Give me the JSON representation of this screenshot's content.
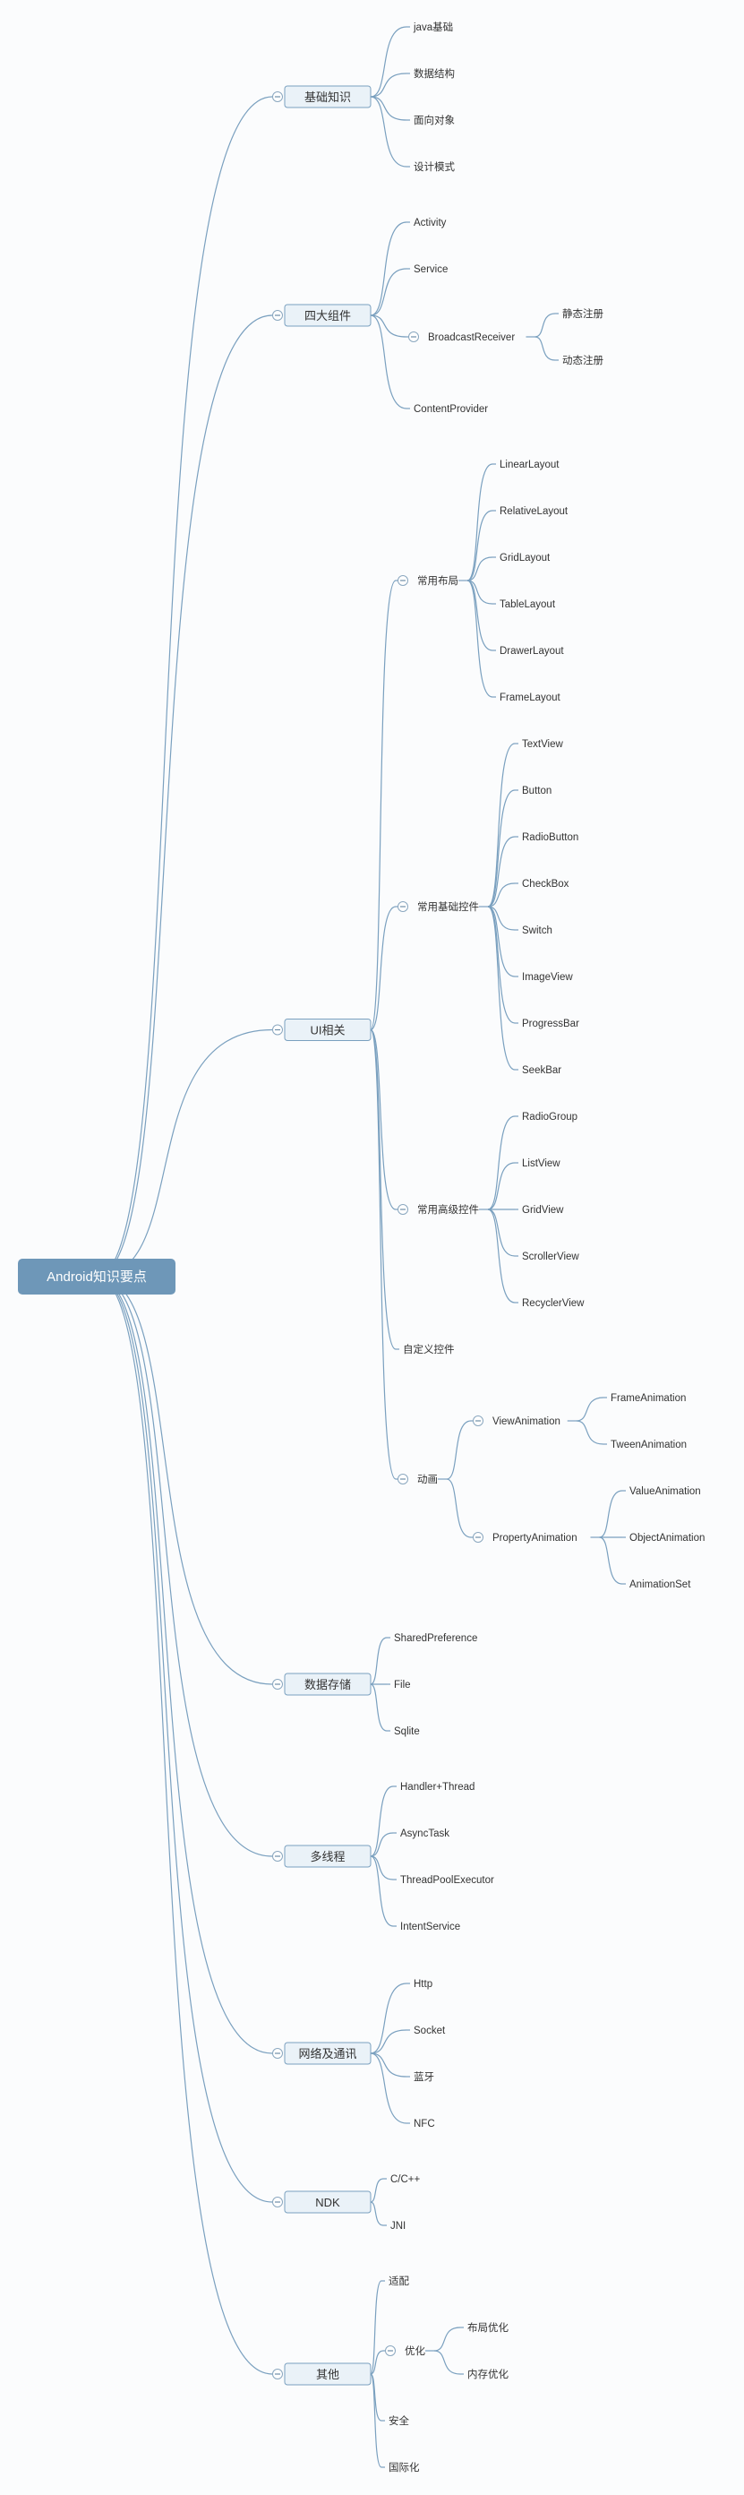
{
  "mindmap": {
    "label": "Android知识要点",
    "children": [
      {
        "label": "基础知识",
        "children": [
          {
            "label": "java基础"
          },
          {
            "label": "数据结构"
          },
          {
            "label": "面向对象"
          },
          {
            "label": "设计模式"
          }
        ]
      },
      {
        "label": "四大组件",
        "children": [
          {
            "label": "Activity"
          },
          {
            "label": "Service"
          },
          {
            "label": "BroadcastReceiver",
            "children": [
              {
                "label": "静态注册"
              },
              {
                "label": "动态注册"
              }
            ]
          },
          {
            "label": "ContentProvider"
          }
        ]
      },
      {
        "label": "UI相关",
        "children": [
          {
            "label": "常用布局",
            "children": [
              {
                "label": "LinearLayout"
              },
              {
                "label": "RelativeLayout"
              },
              {
                "label": "GridLayout"
              },
              {
                "label": "TableLayout"
              },
              {
                "label": "DrawerLayout"
              },
              {
                "label": "FrameLayout"
              }
            ]
          },
          {
            "label": "常用基础控件",
            "children": [
              {
                "label": "TextView"
              },
              {
                "label": "Button"
              },
              {
                "label": "RadioButton"
              },
              {
                "label": "CheckBox"
              },
              {
                "label": "Switch"
              },
              {
                "label": "ImageView"
              },
              {
                "label": "ProgressBar"
              },
              {
                "label": "SeekBar"
              }
            ]
          },
          {
            "label": "常用高级控件",
            "children": [
              {
                "label": "RadioGroup"
              },
              {
                "label": "ListView"
              },
              {
                "label": "GridView"
              },
              {
                "label": "ScrollerView"
              },
              {
                "label": "RecyclerView"
              }
            ]
          },
          {
            "label": "自定义控件"
          },
          {
            "label": "动画",
            "children": [
              {
                "label": "ViewAnimation",
                "children": [
                  {
                    "label": "FrameAnimation"
                  },
                  {
                    "label": "TweenAnimation"
                  }
                ]
              },
              {
                "label": "PropertyAnimation",
                "children": [
                  {
                    "label": "ValueAnimation"
                  },
                  {
                    "label": "ObjectAnimation"
                  },
                  {
                    "label": "AnimationSet"
                  }
                ]
              }
            ]
          }
        ]
      },
      {
        "label": "数据存储",
        "children": [
          {
            "label": "SharedPreference"
          },
          {
            "label": "File"
          },
          {
            "label": "Sqlite"
          }
        ]
      },
      {
        "label": "多线程",
        "children": [
          {
            "label": "Handler+Thread"
          },
          {
            "label": "AsyncTask"
          },
          {
            "label": "ThreadPoolExecutor"
          },
          {
            "label": "IntentService"
          }
        ]
      },
      {
        "label": "网络及通讯",
        "children": [
          {
            "label": "Http"
          },
          {
            "label": "Socket"
          },
          {
            "label": "蓝牙"
          },
          {
            "label": "NFC"
          }
        ]
      },
      {
        "label": "NDK",
        "children": [
          {
            "label": "C/C++"
          },
          {
            "label": "JNI"
          }
        ]
      },
      {
        "label": "其他",
        "children": [
          {
            "label": "适配"
          },
          {
            "label": "优化",
            "children": [
              {
                "label": "布局优化"
              },
              {
                "label": "内存优化"
              }
            ]
          },
          {
            "label": "安全"
          },
          {
            "label": "国际化"
          }
        ]
      }
    ]
  },
  "colors": {
    "background": "#fbfcfd",
    "edge": "#7aa0bf",
    "root_fill": "#6e97b8",
    "box_fill": "#eaf2f8"
  },
  "icons": {
    "collapse": "collapse-minus-icon"
  }
}
